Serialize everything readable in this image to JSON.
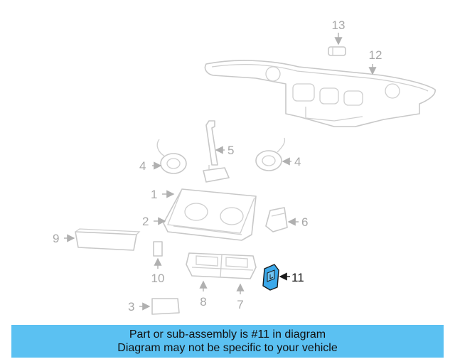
{
  "callouts": {
    "c1": "1",
    "c2": "2",
    "c3": "3",
    "c4a": "4",
    "c4b": "4",
    "c5": "5",
    "c6": "6",
    "c7": "7",
    "c8": "8",
    "c9": "9",
    "c10": "10",
    "c11": "11",
    "c12": "12",
    "c13": "13"
  },
  "highlight_part": "11",
  "colors": {
    "banner": "#5bc1f2",
    "highlight_part": "#3aa8ea",
    "outline": "#c8c8c8"
  },
  "banner": {
    "line1": "Part or sub-assembly is #11 in diagram",
    "line2": "Diagram may not be specific to your vehicle"
  }
}
